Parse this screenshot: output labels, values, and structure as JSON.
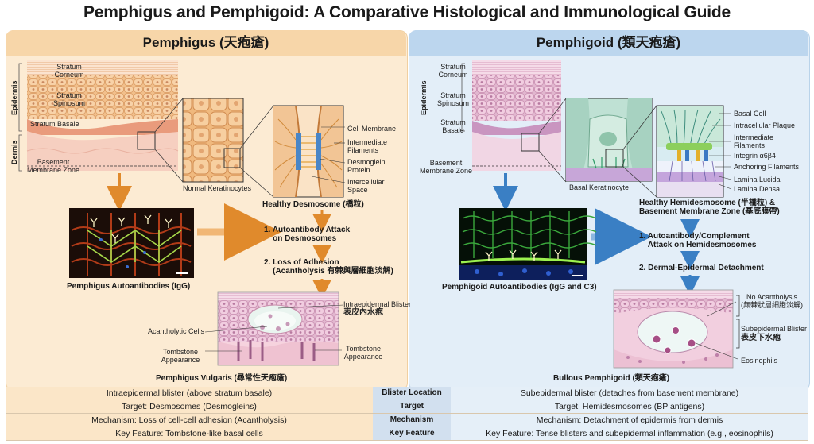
{
  "title": "Pemphigus and Pemphigoid: A Comparative Histological and Immunological Guide",
  "left": {
    "heading": "Pemphigus (天疱瘡)",
    "layers": {
      "corneum": "Stratum\nCorneum",
      "spinosum": "Stratum\nSpinosum",
      "basale": "Stratum Basale",
      "bmz": "Basement\nMembrane Zone",
      "epidermis": "Epidermis",
      "dermis": "Dermis"
    },
    "normal_keratinocytes": "Normal Keratinocytes",
    "desmosome_labels": {
      "cell_membrane": "Cell Membrane",
      "intermediate_filaments": "Intermediate\nFilaments",
      "desmoglein": "Desmoglein\nProtein",
      "intercellular": "Intercellular\nSpace"
    },
    "healthy_desmosome": "Healthy Desmosome (橋粒)",
    "autoantibodies": "Pemphigus Autoantibodies (IgG)",
    "step1": "1. Autoantibody Attack\n    on Desmosomes",
    "step2": "2. Loss of Adhesion\n    (Acantholysis 有棘與層細胞淡解)",
    "blister_labels": {
      "intraepidermal": "Intraepidermal Blister",
      "intraepidermal_cn": "表皮內水疱",
      "acantholytic": "Acantholytic Cells",
      "tombstone1": "Tombstone\nAppearance",
      "tombstone2": "Tombstone\nAppearance"
    },
    "disease": "Pemphigus Vulgaris (尋常性天疱瘡)"
  },
  "right": {
    "heading": "Pemphigoid (類天疱瘡)",
    "layers": {
      "corneum": "Stratum\nCorneum",
      "spinosum": "Stratum\nSpinosum",
      "basale": "Stratum\nBasale",
      "bmz": "Basement\nMembrane Zone",
      "epidermis": "Epidermis"
    },
    "basal_keratinocyte": "Basal Keratinocyte",
    "hemi_labels": {
      "basal_cell": "Basal Cell",
      "plaque": "Intracellular Plaque",
      "filaments": "Intermediate\nFilaments",
      "integrin": "Integrin α6β4",
      "anchoring": "Anchoring Filaments",
      "lucida": "Lamina Lucida",
      "densa": "Lamina Densa"
    },
    "healthy_hemi": "Healthy Hemidesmosome (半橋粒) &\nBasement Membrane Zone (基底膜帶)",
    "autoantibodies": "Pemphigoid Autoantibodies (IgG and C3)",
    "step1": "1. Autoantibody/Complement\n    Attack on Hemidesmosomes",
    "step2": "2. Dermal-Epidermal Detachment",
    "blister_labels": {
      "no_acantholysis": "No Acantholysis\n(無棘狀層細胞淡解)",
      "subepidermal": "Subepidermal Blister",
      "subepidermal_cn": "表皮下水疱",
      "eosinophils": "Eosinophils"
    },
    "disease": "Bullous Pemphigoid (類天疱瘡)"
  },
  "table": [
    {
      "left": "Intraepidermal blister (above stratum basale)",
      "mid": "Blister Location",
      "right": "Subepidermal blister (detaches from basement membrane)"
    },
    {
      "left": "Target: Desmosomes (Desmogleins)",
      "mid": "Target",
      "right": "Target: Hemidesmosomes (BP antigens)"
    },
    {
      "left": "Mechanism: Loss of cell-cell adhesion (Acantholysis)",
      "mid": "Mechanism",
      "right": "Mechanism: Detachment of epidermis from dermis"
    },
    {
      "left": "Key Feature: Tombstone-like basal cells",
      "mid": "Key Feature",
      "right": "Key Feature: Tense blisters and subepidermal inflammation (e.g., eosinophils)"
    }
  ],
  "colors": {
    "left_panel": "#fcebd3",
    "right_panel": "#e3eef8",
    "arrow_left": "#e08a2c",
    "arrow_right": "#3a7fc4"
  }
}
